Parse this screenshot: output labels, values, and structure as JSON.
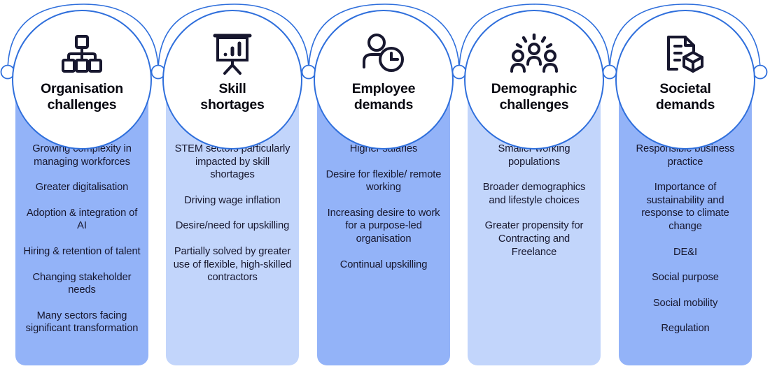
{
  "theme": {
    "panel_dark": "#93b3f8",
    "panel_light": "#c2d5fb",
    "circle_stroke": "#2f6fdc",
    "arc_stroke": "#2f6fdc",
    "icon_color": "#17172e",
    "text_color": "#17172e",
    "title_color": "#06060f",
    "background": "#ffffff"
  },
  "columns": [
    {
      "id": "organisation-challenges",
      "icon": "org-chart-icon",
      "title_line1": "Organisation",
      "title_line2": "challenges",
      "shade": "dark",
      "bullets": [
        "Growing complexity in managing workforces",
        "Greater digitalisation",
        "Adoption & integration of AI",
        "Hiring & retention of talent",
        "Changing stakeholder needs",
        "Many sectors facing significant transformation"
      ]
    },
    {
      "id": "skill-shortages",
      "icon": "presentation-chart-icon",
      "title_line1": "Skill",
      "title_line2": "shortages",
      "shade": "light",
      "bullets": [
        "STEM sectors particularly impacted by skill shortages",
        "Driving wage inflation",
        "Desire/need for upskilling",
        "Partially solved by greater use of flexible, high-skilled contractors"
      ]
    },
    {
      "id": "employee-demands",
      "icon": "person-clock-icon",
      "title_line1": "Employee",
      "title_line2": "demands",
      "shade": "dark",
      "bullets": [
        "Higher salaries",
        "Desire for flexible/ remote working",
        "Increasing desire to work for a purpose-led organisation",
        "Continual upskilling"
      ]
    },
    {
      "id": "demographic-challenges",
      "icon": "people-group-icon",
      "title_line1": "Demographic",
      "title_line2": "challenges",
      "shade": "light",
      "bullets": [
        "Smaller working populations",
        "Broader demographics and lifestyle choices",
        "Greater propensity for Contracting and Freelance"
      ]
    },
    {
      "id": "societal-demands",
      "icon": "document-cube-icon",
      "title_line1": "Societal",
      "title_line2": "demands",
      "shade": "dark",
      "bullets": [
        "Responsible business practice",
        "Importance of sustainability and response to climate change",
        "DE&I",
        "Social purpose",
        "Social mobility",
        "Regulation"
      ]
    }
  ],
  "connectors": {
    "node_count": 6,
    "node_label": "connector-node"
  }
}
